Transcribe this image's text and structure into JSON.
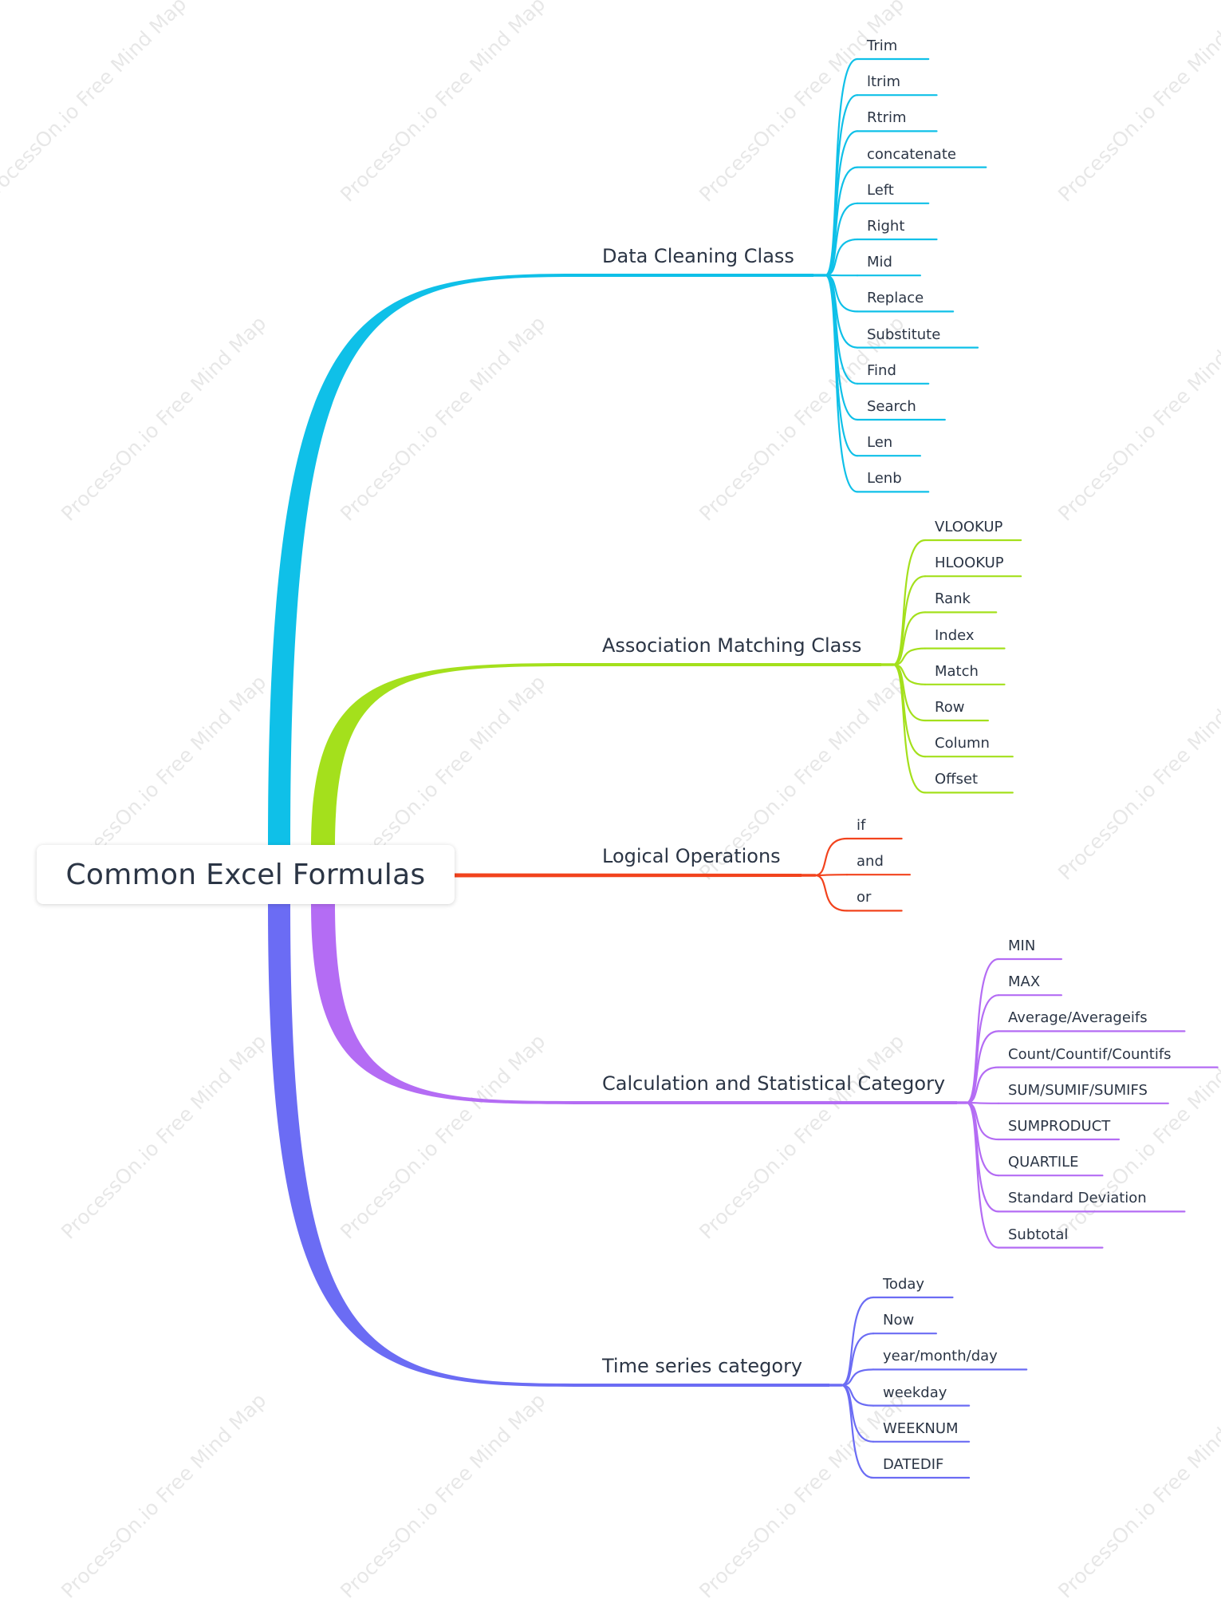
{
  "root": {
    "label": "Common Excel Formulas"
  },
  "watermark_text": "ProcessOn.io Free Mind Map",
  "branches": [
    {
      "label": "Data Cleaning Class",
      "color": "#0fc0e8",
      "leaves": [
        "Trim",
        "ltrim",
        "Rtrim",
        "concatenate",
        "Left",
        "Right",
        "Mid",
        "Replace",
        "Substitute",
        "Find",
        "Search",
        "Len",
        "Lenb"
      ]
    },
    {
      "label": "Association Matching Class",
      "color": "#a4e01c",
      "leaves": [
        "VLOOKUP",
        "HLOOKUP",
        "Rank",
        "Index",
        "Match",
        "Row",
        "Column",
        "Offset"
      ]
    },
    {
      "label": "Logical Operations",
      "color": "#f2431d",
      "leaves": [
        "if",
        "and",
        "or"
      ]
    },
    {
      "label": "Calculation and Statistical Category",
      "color": "#b46cf4",
      "leaves": [
        "MIN",
        "MAX",
        "Average/Averageifs",
        "Count/Countif/Countifs",
        "SUM/SUMIF/SUMIFS",
        "SUMPRODUCT",
        "QUARTILE",
        "Standard Deviation",
        "Subtotal"
      ]
    },
    {
      "label": "Time series category",
      "color": "#6b6cf4",
      "leaves": [
        "Today",
        "Now",
        "year/month/day",
        "weekday",
        "WEEKNUM",
        "DATEDIF"
      ]
    }
  ]
}
